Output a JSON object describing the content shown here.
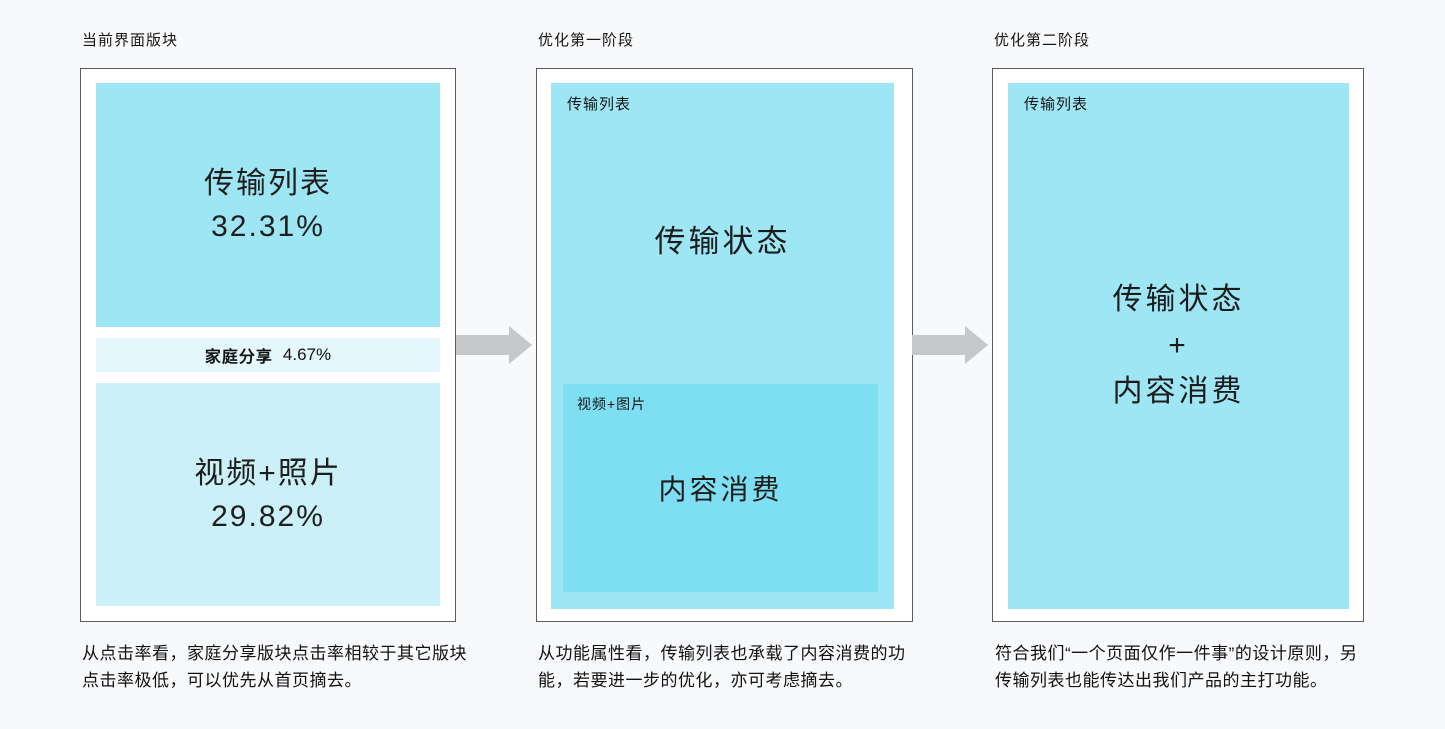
{
  "colors": {
    "background": "#f8f9fb",
    "panel_background": "#ffffff",
    "panel_border": "#5a5b5e",
    "block_cyan_bright": "#9ee6f4",
    "block_cyan_inner": "#7edef2",
    "block_cyan_light": "#cbf0f8",
    "block_cyan_pale": "#e4f7fc",
    "arrow_gray": "#c6c7c9",
    "text": "#1a1a1a"
  },
  "icons": {
    "flow_arrow": "arrow-right"
  },
  "panels": [
    {
      "title": "当前界面版块",
      "blocks": [
        {
          "label": "传输列表",
          "value": "32.31%"
        },
        {
          "label": "家庭分享",
          "value": "4.67%"
        },
        {
          "label": "视频+照片",
          "value": "29.82%"
        }
      ],
      "caption_lines": [
        "从点击率看，家庭分享版块点击率相较于其它版块",
        "点击率极低，可以优先从首页摘去。"
      ]
    },
    {
      "title": "优化第一阶段",
      "region_label": "传输列表",
      "region_text": "传输状态",
      "inner_label": "视频+图片",
      "inner_text": "内容消费",
      "caption_lines": [
        "从功能属性看，传输列表也承载了内容消费的功",
        "能，若要进一步的优化，亦可考虑摘去。"
      ]
    },
    {
      "title": "优化第二阶段",
      "region_label": "传输列表",
      "center_lines": [
        "传输状态",
        "+",
        "内容消费"
      ],
      "caption_lines": [
        "符合我们“一个页面仅作一件事”的设计原则，另",
        "传输列表也能传达出我们产品的主打功能。"
      ]
    }
  ]
}
